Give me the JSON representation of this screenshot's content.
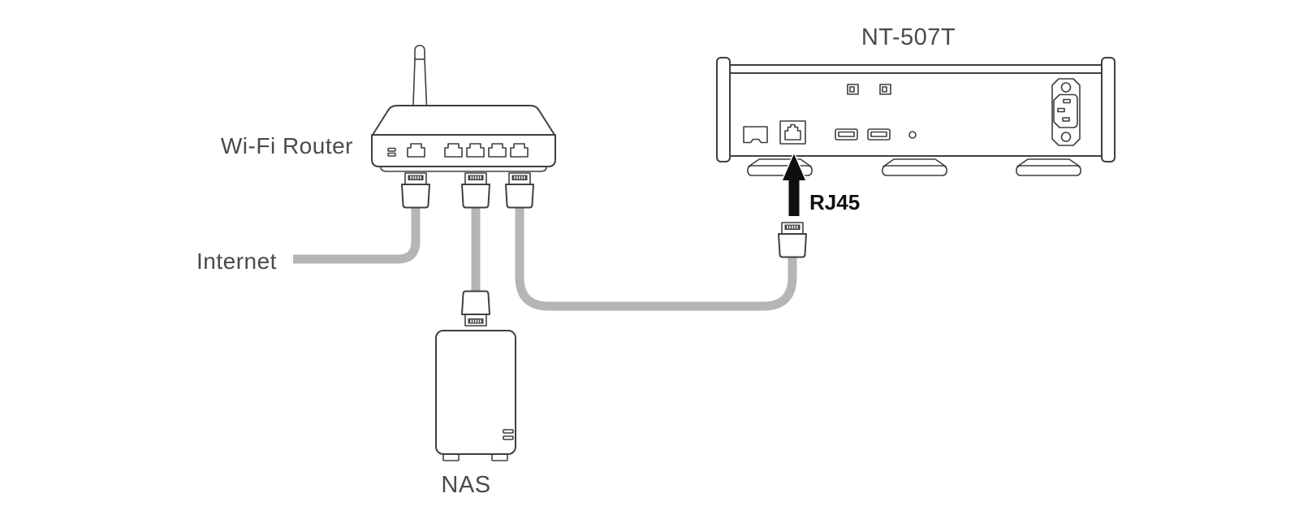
{
  "diagram": {
    "labels": {
      "wifi_router": "Wi-Fi Router",
      "internet": "Internet",
      "nas": "NAS",
      "device_model": "NT-507T",
      "connector": "RJ45"
    },
    "colors": {
      "outline": "#3f3f3f",
      "cable": "#b5b5b5",
      "text": "#4a4a4a",
      "arrow": "#0f0f0f",
      "background": "#ffffff"
    },
    "components": [
      {
        "name": "wifi-router-illustration",
        "label": "Wi-Fi Router",
        "ports": 5,
        "plugged_cables": 3
      },
      {
        "name": "internet-cable",
        "label": "Internet"
      },
      {
        "name": "nas-illustration",
        "label": "NAS"
      },
      {
        "name": "network-player-rear-panel",
        "label": "NT-507T"
      },
      {
        "name": "rj45-connection-arrow",
        "label": "RJ45"
      }
    ]
  }
}
